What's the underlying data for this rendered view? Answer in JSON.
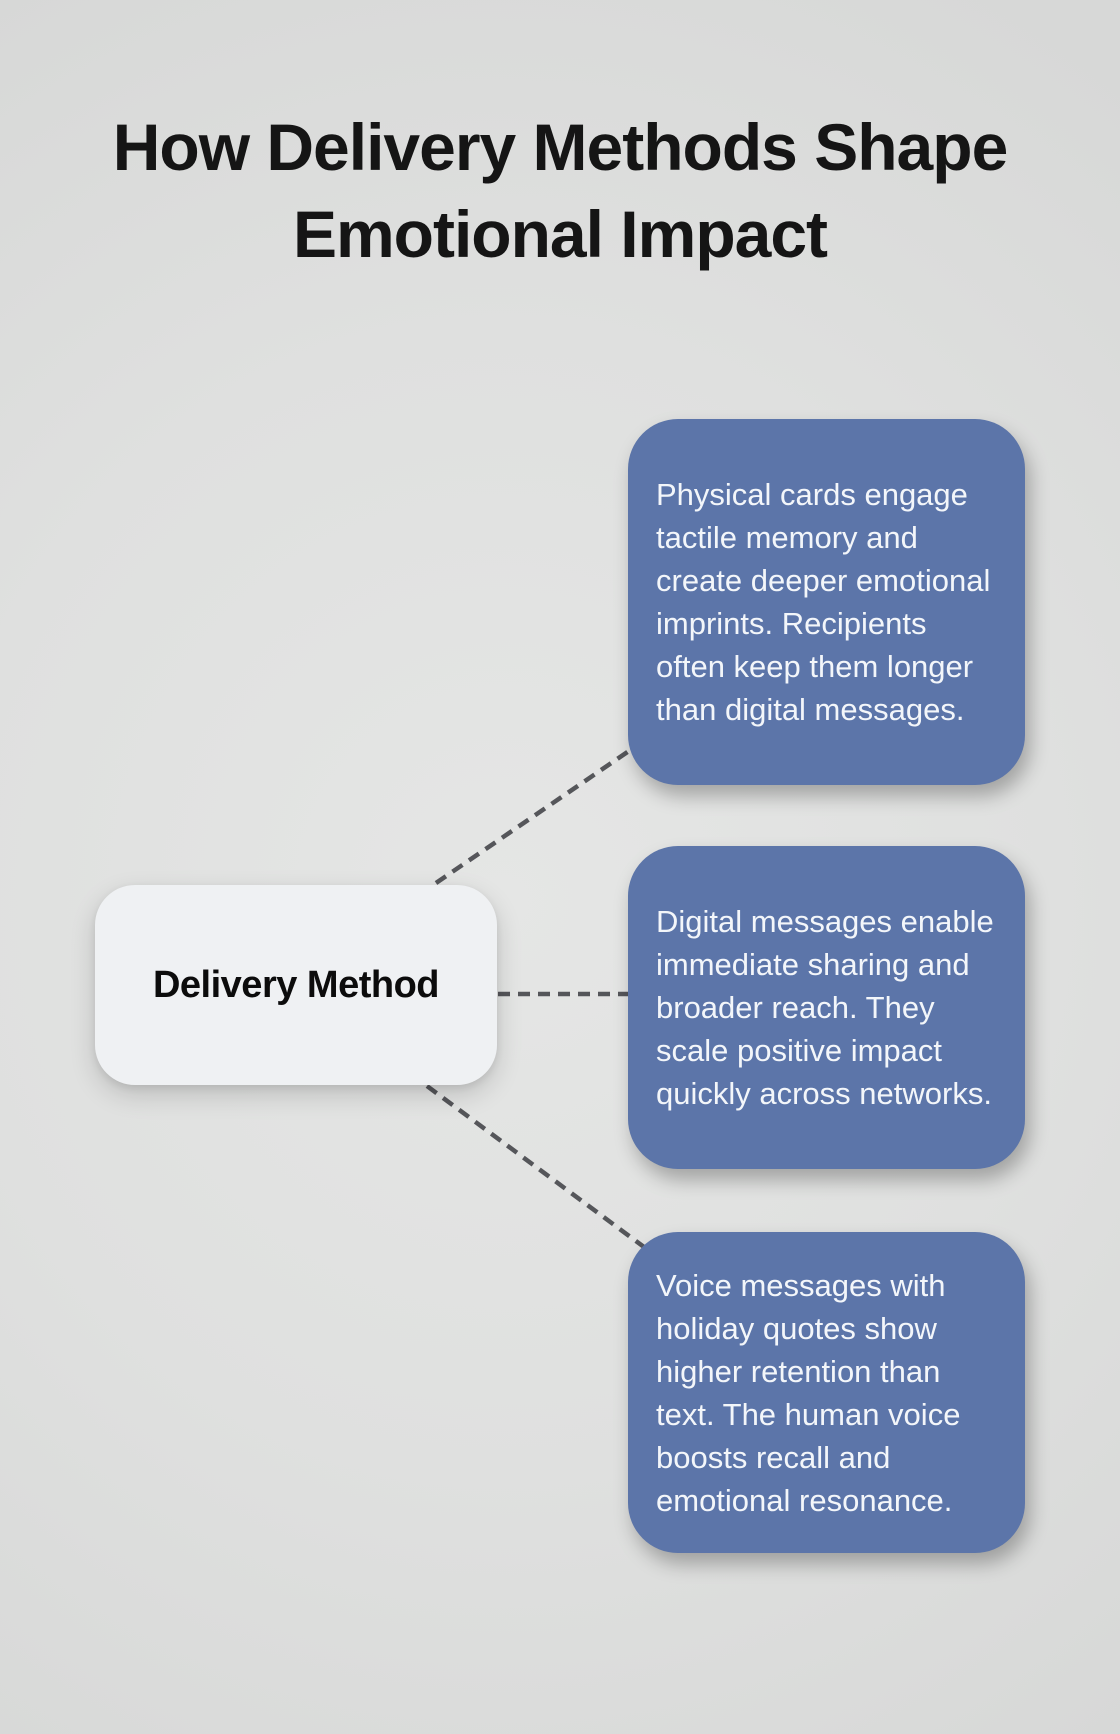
{
  "title": {
    "full": "How Delivery Methods Shape Emotional Impact",
    "line1": "How Delivery Methods Shape",
    "line2": "Emotional Impact"
  },
  "center_node": {
    "label": "Delivery Method"
  },
  "cards": [
    {
      "id": "physical-cards",
      "text": "Physical cards engage tactile memory and create deeper emotional imprints. Recipients often keep them longer than digital messages."
    },
    {
      "id": "digital-messages",
      "text": "Digital messages enable immediate sharing and broader reach. They scale positive impact quickly across networks."
    },
    {
      "id": "voice-messages",
      "text": "Voice messages with holiday quotes show higher retention than text. The human voice boosts recall and emotional resonance."
    }
  ],
  "colors": {
    "canvas_background": "#dfe0df",
    "card_background": "#5c75a9",
    "card_text": "#f3f6fa",
    "node_background": "#eff1f3",
    "node_text": "#0c0c0c",
    "title_text": "#151515",
    "connector": "#55565a"
  }
}
